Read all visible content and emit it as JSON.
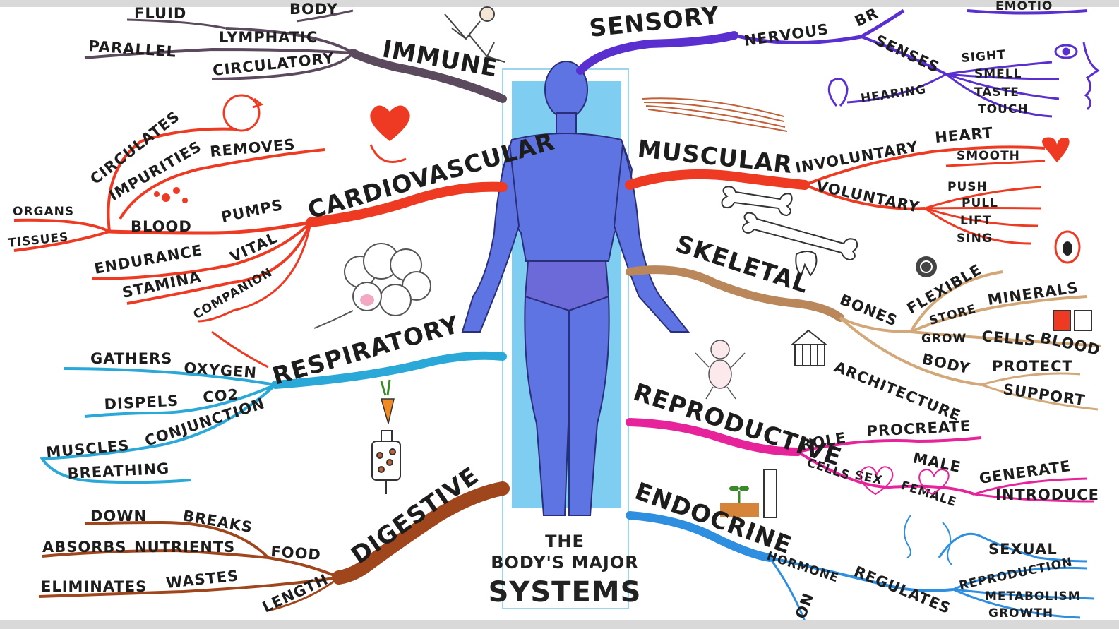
{
  "center": {
    "title_line1": "THE",
    "title_line2": "BODY'S MAJOR",
    "title_line3": "SYSTEMS"
  },
  "branches": {
    "immune": {
      "name": "IMMUNE",
      "color": "#5b4a5e",
      "words": [
        "FLUID",
        "BODY",
        "LYMPHATIC",
        "PARALLEL",
        "CIRCULATORY"
      ]
    },
    "sensory": {
      "name": "SENSORY",
      "color": "#5a2fd0",
      "words": [
        "NERVOUS",
        "BR",
        "EMOTIO",
        "SENSES",
        "SIGHT",
        "SMELL",
        "TASTE",
        "TOUCH",
        "HEARING"
      ]
    },
    "cardiovascular": {
      "name": "CARDIOVASCULAR",
      "color": "#ee3a22",
      "words": [
        "CIRCULATES",
        "IMPURITIES",
        "REMOVES",
        "ORGANS",
        "TISSUES",
        "BLOOD",
        "PUMPS",
        "ENDURANCE",
        "VITAL",
        "STAMINA",
        "COMPANION"
      ]
    },
    "muscular": {
      "name": "MUSCULAR",
      "color": "#ee3a22",
      "words": [
        "INVOLUNTARY",
        "HEART",
        "SMOOTH",
        "VOLUNTARY",
        "PUSH",
        "PULL",
        "LIFT",
        "SING"
      ]
    },
    "skeletal": {
      "name": "SKELETAL",
      "color": "#b9875a",
      "words": [
        "BONES",
        "FLEXIBLE",
        "STORE",
        "MINERALS",
        "GROW",
        "CELLS",
        "BLOOD",
        "BODY",
        "PROTECT",
        "ARCHITECTURE",
        "SUPPORT"
      ]
    },
    "respiratory": {
      "name": "RESPIRATORY",
      "color": "#2aa8d8",
      "words": [
        "GATHERS",
        "OXYGEN",
        "DISPELS",
        "CO2",
        "CONJUNCTION",
        "MUSCLES",
        "BREATHING"
      ]
    },
    "reproductive": {
      "name": "REPRODUCTIVE",
      "color": "#e6239a",
      "words": [
        "ROLE",
        "PROCREATE",
        "CELLS",
        "SEX",
        "MALE",
        "FEMALE",
        "GENERATE",
        "INTRODUCE"
      ]
    },
    "digestive": {
      "name": "DIGESTIVE",
      "color": "#a0461d",
      "words": [
        "DOWN",
        "BREAKS",
        "ABSORBS",
        "NUTRIENTS",
        "FOOD",
        "ELIMINATES",
        "WASTES",
        "LENGTH"
      ]
    },
    "endocrine": {
      "name": "ENDOCRINE",
      "color": "#2e8ee0",
      "words": [
        "HORMONE",
        "REGULATES",
        "SEXUAL",
        "REPRODUCTION",
        "METABOLISM",
        "GROWTH",
        "ON"
      ]
    }
  },
  "icons": [
    "runner-icon",
    "heart-icon",
    "circulation-cycle-icon",
    "cloud-lungs-icon",
    "muscle-fibre-icon",
    "bone-icon",
    "tooth-icon",
    "eye-icon",
    "ear-icon",
    "face-profile-icon",
    "mouth-icon",
    "heart-small-icon",
    "cell-icon",
    "swatch-icon",
    "house-icon",
    "baby-icon",
    "carrot-icon",
    "juicer-icon",
    "seedling-ruler-icon",
    "hearts-couple-icon",
    "human-figure-icon"
  ]
}
